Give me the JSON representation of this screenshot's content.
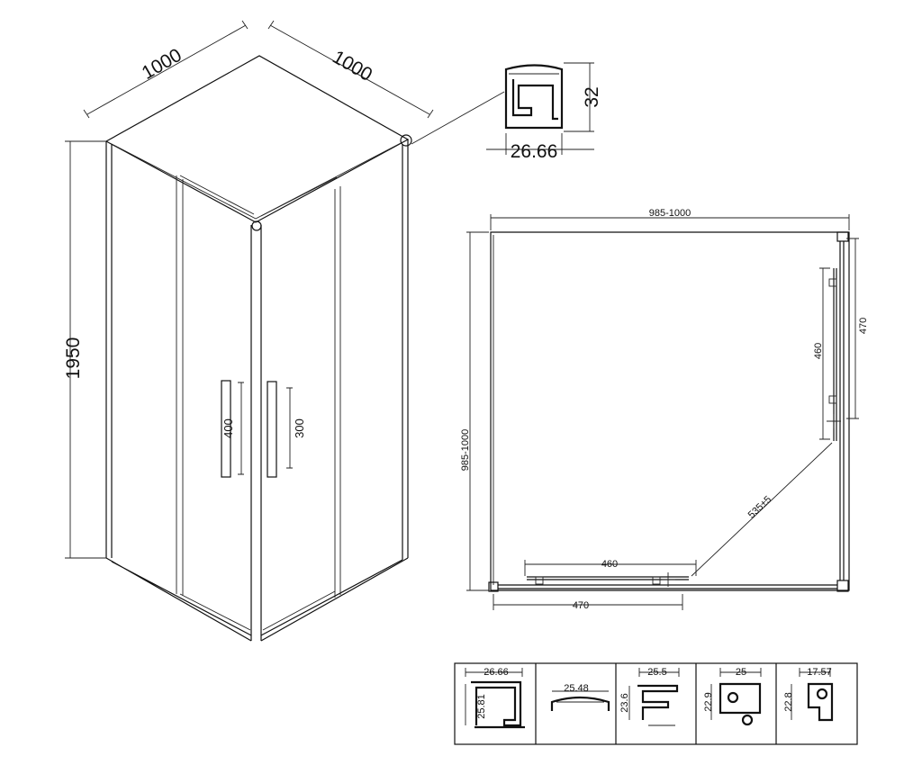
{
  "iso_view": {
    "width_left": "1000",
    "width_right": "1000",
    "height": "1950",
    "handle_left": "400",
    "handle_right": "300"
  },
  "top_profile": {
    "height": "32",
    "width": "26.66"
  },
  "plan_view": {
    "width_top": "985-1000",
    "depth_left": "985-1000",
    "panel_right_outer": "470",
    "panel_right_inner": "460",
    "entry_diagonal": "535±5",
    "panel_bottom_inner": "460",
    "panel_bottom_outer": "470"
  },
  "profiles_table": [
    {
      "width": "26.66",
      "height": "25.81"
    },
    {
      "width": "25.48"
    },
    {
      "width": "25.5",
      "height": "23.6"
    },
    {
      "width": "25",
      "height": "22.9"
    },
    {
      "width": "17.57",
      "height": "22.8"
    }
  ]
}
